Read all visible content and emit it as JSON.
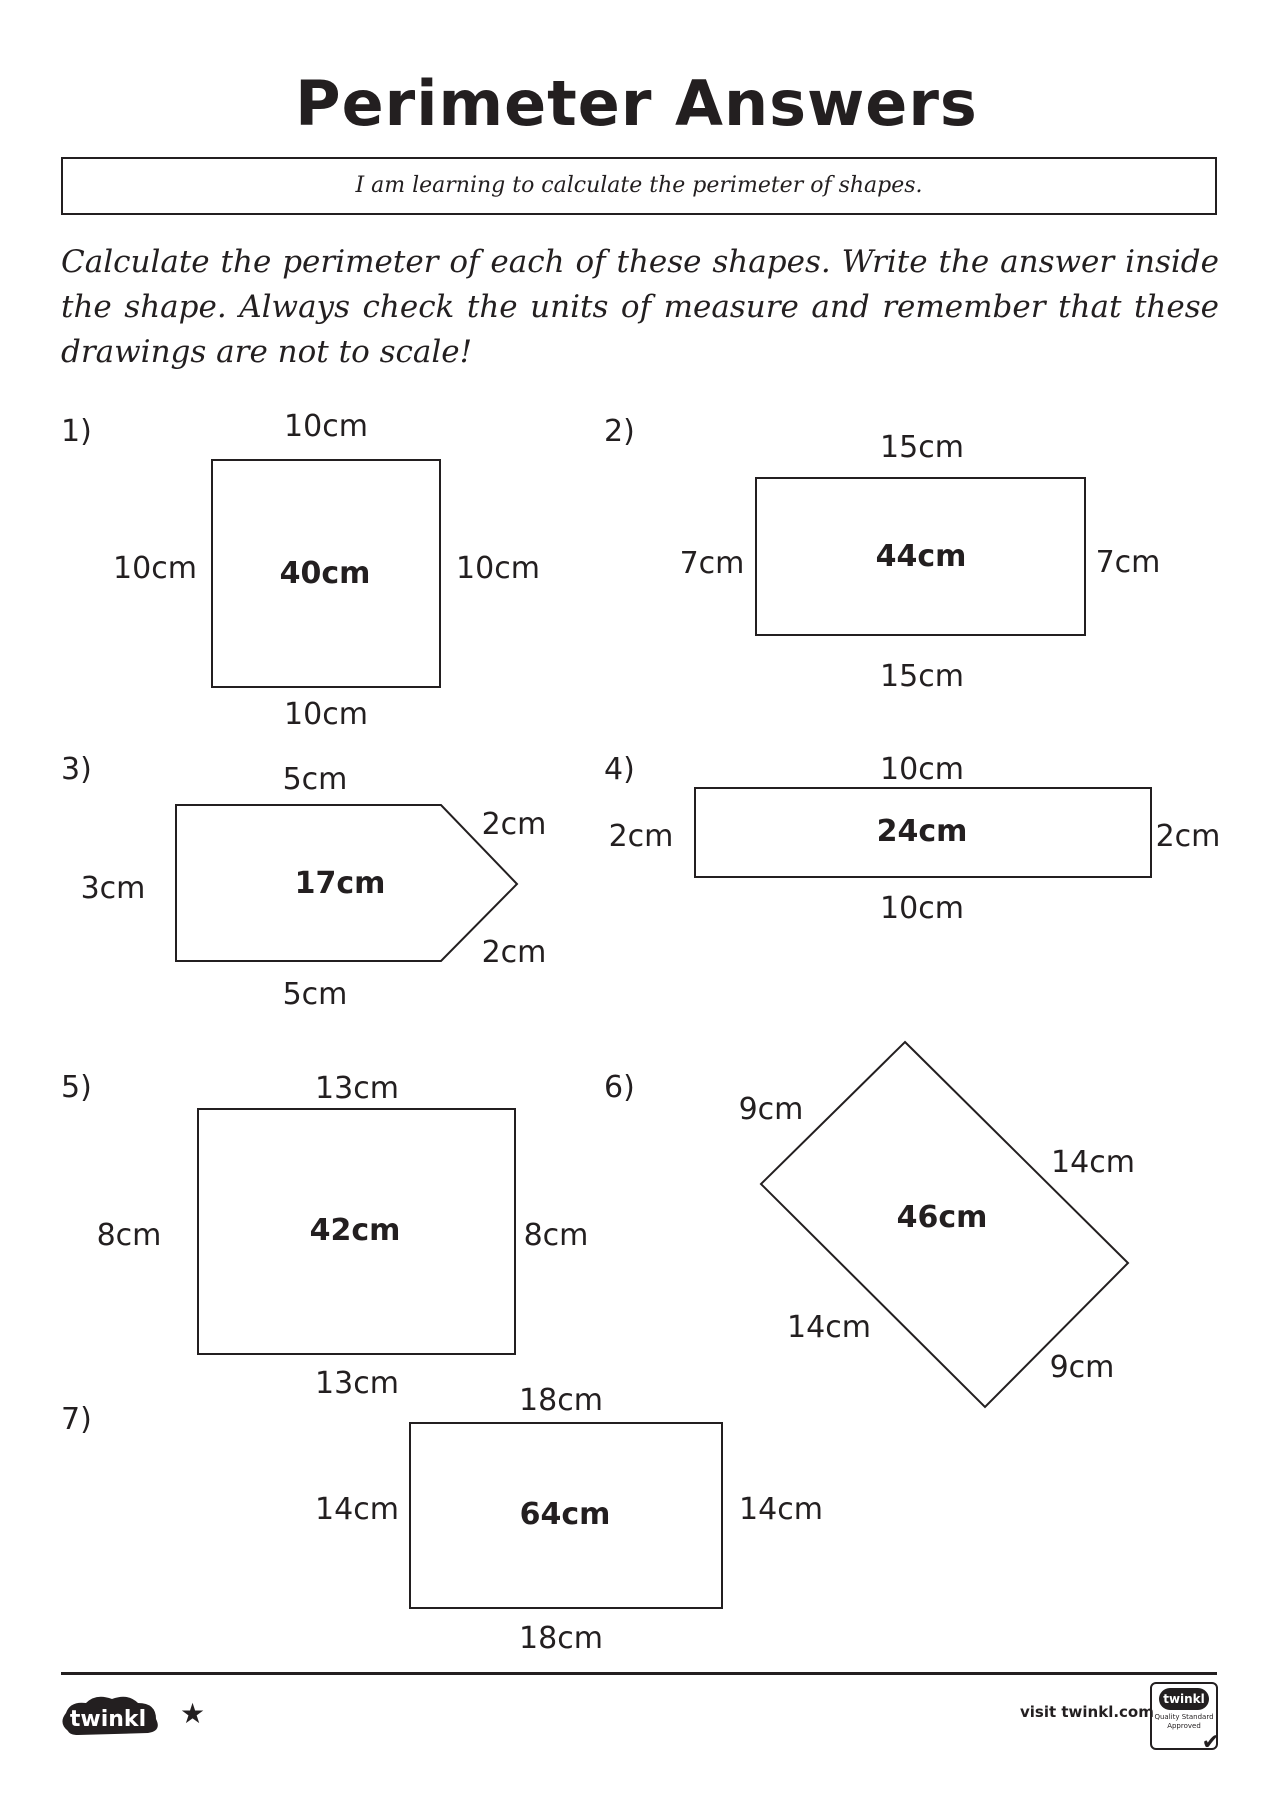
{
  "title": "Perimeter Answers",
  "objective": "I am learning to calculate the perimeter of shapes.",
  "instructions": "Calculate the perimeter of each of these shapes. Write the answer inside the shape. Always check the units of measure and remember that these drawings are not to scale!",
  "questions": [
    {
      "number": "1)",
      "top": "10cm",
      "left": "10cm",
      "right": "10cm",
      "bottom": "10cm",
      "answer": "40cm"
    },
    {
      "number": "2)",
      "top": "15cm",
      "left": "7cm",
      "right": "7cm",
      "bottom": "15cm",
      "answer": "44cm"
    },
    {
      "number": "3)",
      "top": "5cm",
      "left": "3cm",
      "upper_right": "2cm",
      "lower_right": "2cm",
      "bottom": "5cm",
      "answer": "17cm"
    },
    {
      "number": "4)",
      "top": "10cm",
      "left": "2cm",
      "right": "2cm",
      "bottom": "10cm",
      "answer": "24cm"
    },
    {
      "number": "5)",
      "top": "13cm",
      "left": "8cm",
      "right": "8cm",
      "bottom": "13cm",
      "answer": "42cm"
    },
    {
      "number": "6)",
      "upper_left": "9cm",
      "upper_right": "14cm",
      "lower_left": "14cm",
      "lower_right": "9cm",
      "answer": "46cm"
    },
    {
      "number": "7)",
      "top": "18cm",
      "left": "14cm",
      "right": "14cm",
      "bottom": "18cm",
      "answer": "64cm"
    }
  ],
  "footer": {
    "logo": "twinkl",
    "star_icon": "star-icon",
    "visit": "visit twinkl.com",
    "badge_logo": "twinkl",
    "badge_text": "Quality Standard Approved",
    "badge_icon": "checkmark-icon"
  }
}
